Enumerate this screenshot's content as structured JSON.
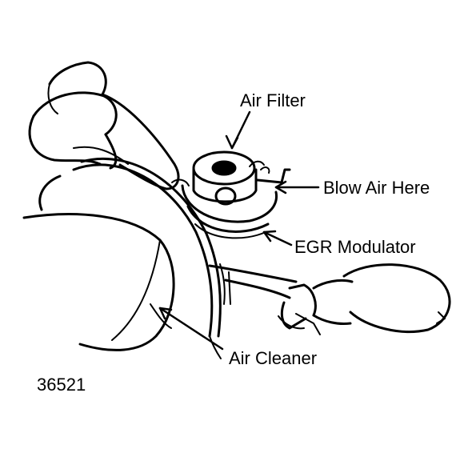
{
  "labels": {
    "air_filter": "Air Filter",
    "blow_air_here": "Blow Air Here",
    "egr_modulator": "EGR Modulator",
    "air_cleaner": "Air Cleaner"
  },
  "figure_number": "36521",
  "colors": {
    "ink": "#000000",
    "paper": "#ffffff"
  }
}
